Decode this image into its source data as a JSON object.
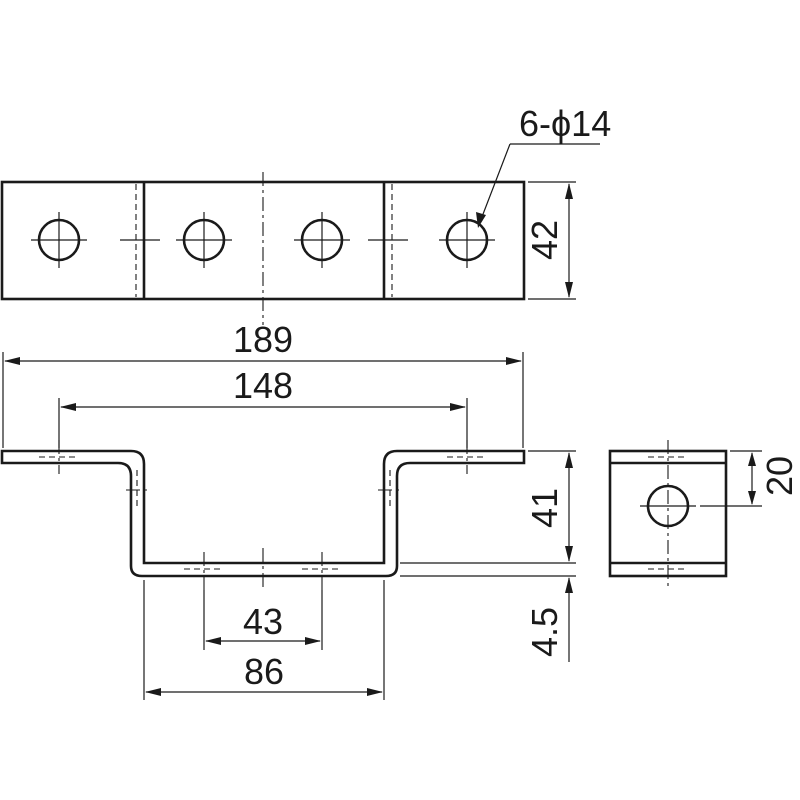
{
  "drawing": {
    "hole_callout": "6-ϕ14",
    "dimensions": {
      "top_height": "42",
      "overall_length": "189",
      "hole_span": "148",
      "depth": "41",
      "thickness": "4.5",
      "center_hole_span": "43",
      "inner_width": "86",
      "side_hole_height": "20"
    },
    "colors": {
      "line": "#1a1a1a",
      "background": "#ffffff"
    }
  }
}
